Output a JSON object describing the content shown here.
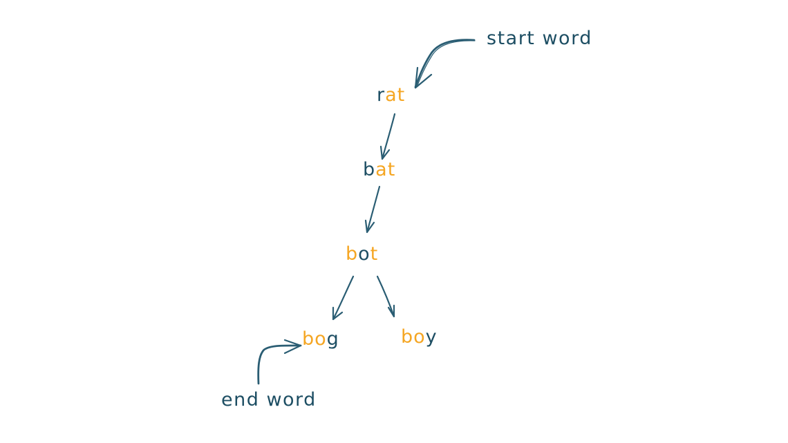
{
  "colors": {
    "background": "#ffffff",
    "text_dark": "#1d4e63",
    "highlight": "#f5a623",
    "arrow": "#2a5d73"
  },
  "annotations": {
    "start": "start word",
    "end": "end word"
  },
  "nodes": [
    {
      "id": "rat",
      "word": "rat",
      "chars": [
        {
          "c": "r",
          "hl": false
        },
        {
          "c": "a",
          "hl": true
        },
        {
          "c": "t",
          "hl": true
        }
      ]
    },
    {
      "id": "bat",
      "word": "bat",
      "chars": [
        {
          "c": "b",
          "hl": false
        },
        {
          "c": "a",
          "hl": true
        },
        {
          "c": "t",
          "hl": true
        }
      ]
    },
    {
      "id": "bot",
      "word": "bot",
      "chars": [
        {
          "c": "b",
          "hl": true
        },
        {
          "c": "o",
          "hl": false
        },
        {
          "c": "t",
          "hl": true
        }
      ]
    },
    {
      "id": "bog",
      "word": "bog",
      "chars": [
        {
          "c": "b",
          "hl": true
        },
        {
          "c": "o",
          "hl": true
        },
        {
          "c": "g",
          "hl": false
        }
      ]
    },
    {
      "id": "boy",
      "word": "boy",
      "chars": [
        {
          "c": "b",
          "hl": true
        },
        {
          "c": "o",
          "hl": true
        },
        {
          "c": "y",
          "hl": false
        }
      ]
    }
  ],
  "edges": [
    {
      "from": "start word",
      "to": "rat"
    },
    {
      "from": "rat",
      "to": "bat"
    },
    {
      "from": "bat",
      "to": "bot"
    },
    {
      "from": "bot",
      "to": "bog"
    },
    {
      "from": "bot",
      "to": "boy"
    },
    {
      "from": "end word",
      "to": "bog"
    }
  ]
}
